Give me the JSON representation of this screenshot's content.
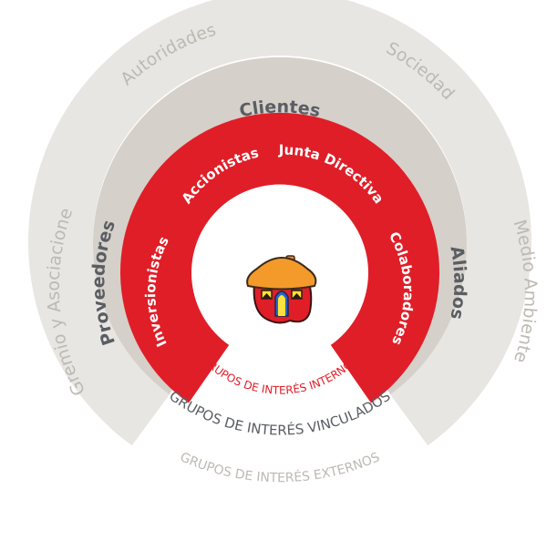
{
  "outer_ring": {
    "items": [
      "Gremio y Asociaciones",
      "Autoridades",
      "Sociedad",
      "Medio Ambiente"
    ],
    "group_label": "GRUPOS DE INTERÉS EXTERNOS",
    "color": "#e8e6e2"
  },
  "middle_ring": {
    "items": [
      "Proveedores",
      "Clientes",
      "Aliados"
    ],
    "group_label": "GRUPOS DE INTERÉS VINCULADOS",
    "color": "#d5d0c9"
  },
  "inner_ring": {
    "items": [
      "Inversionistas",
      "Accionistas",
      "Junta Directiva",
      "Colaboradores"
    ],
    "group_label": "GRUPOS DE INTERÉS INTERNOS",
    "color": "#e01e28"
  },
  "center": {
    "icon": "house-logo-icon"
  }
}
